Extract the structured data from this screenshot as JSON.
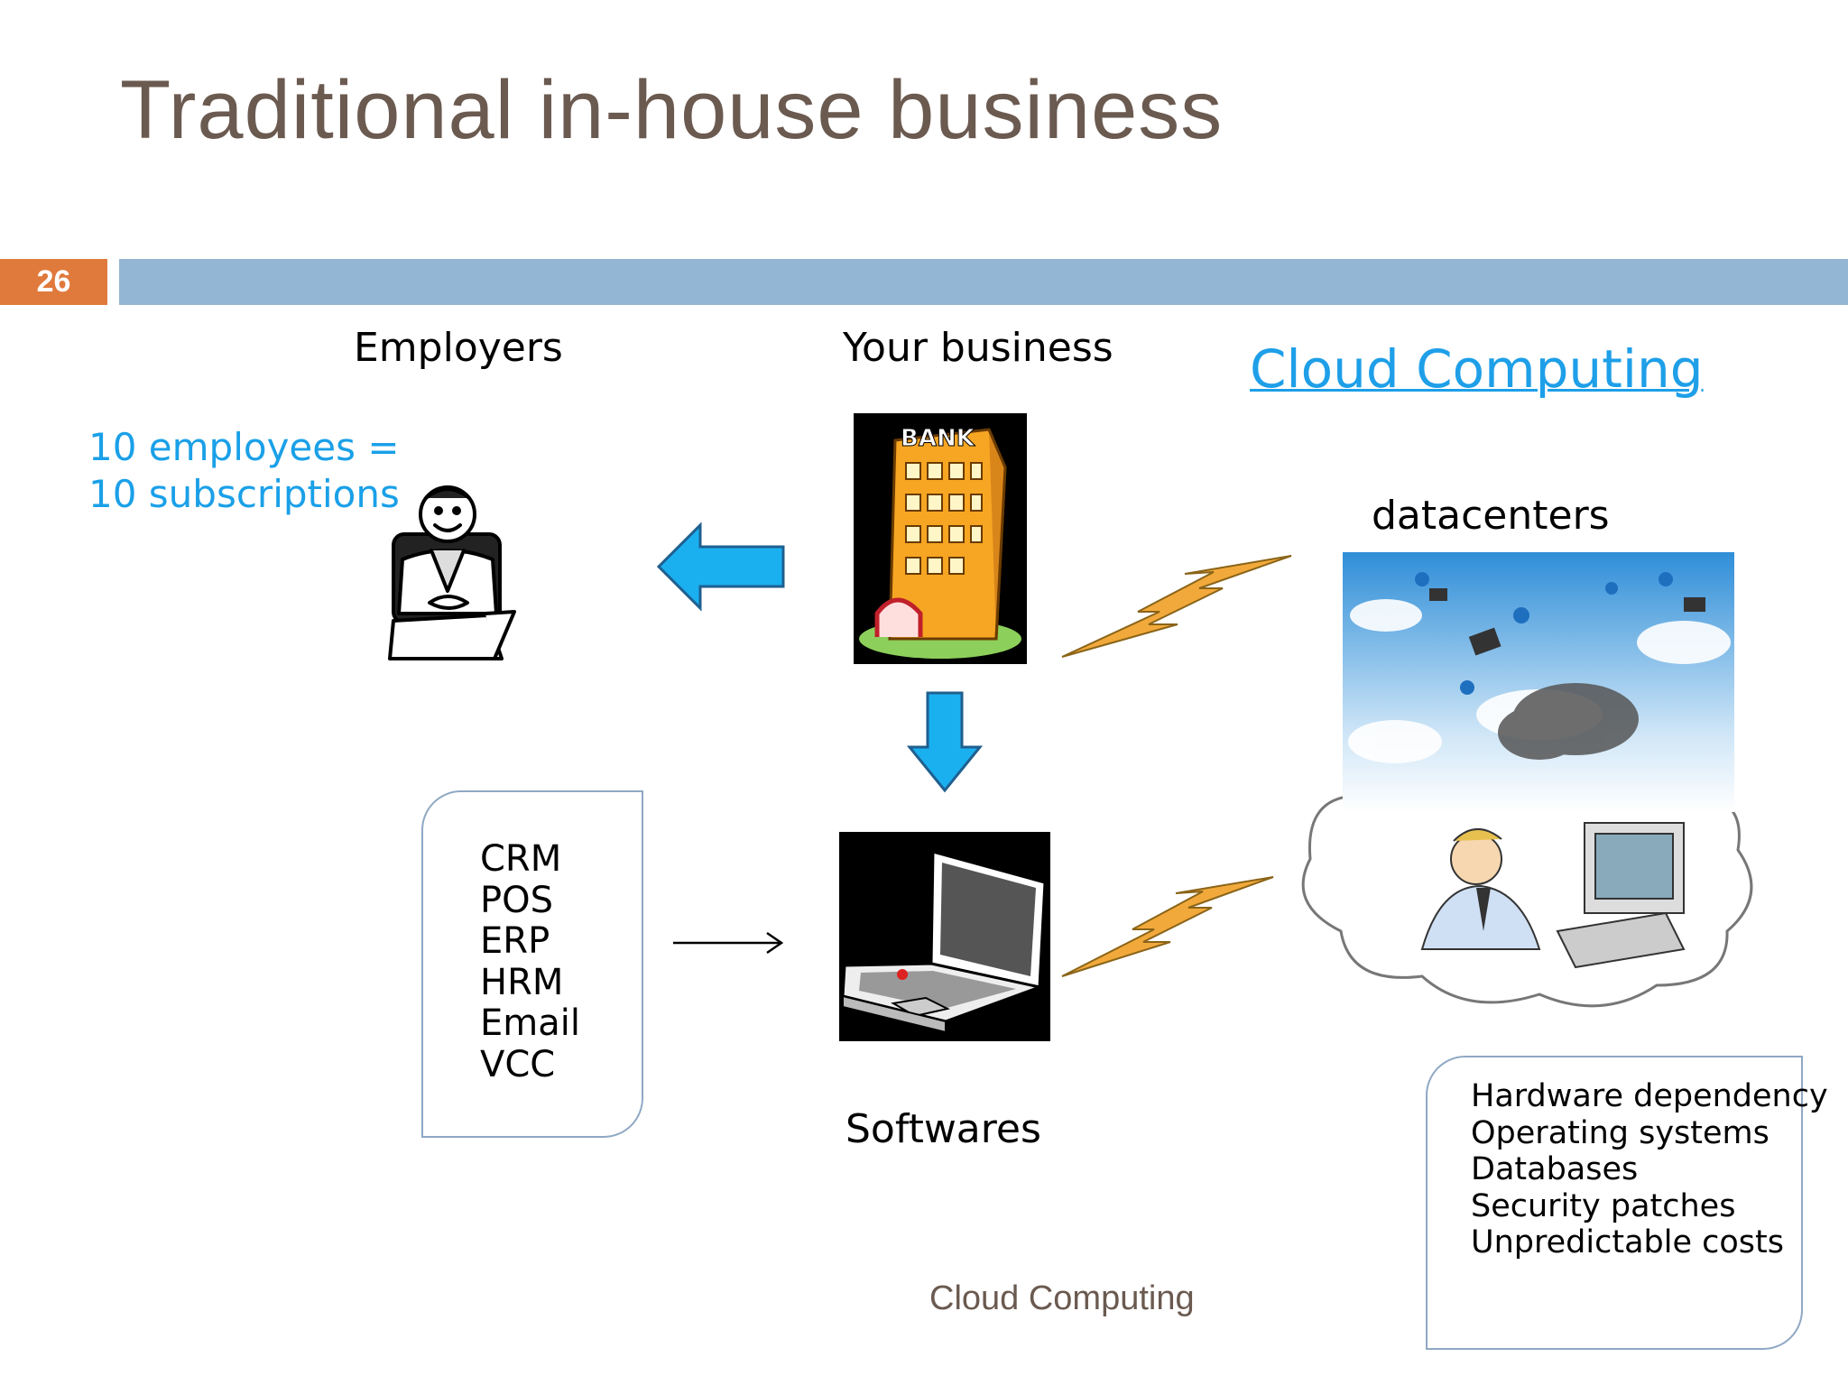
{
  "slide": {
    "title": "Traditional in-house business",
    "number": "26",
    "footer": "Cloud Computing"
  },
  "labels": {
    "employers": "Employers",
    "your_business": "Your business",
    "cloud_computing": "Cloud Computing",
    "datacenters": "datacenters",
    "employees_line1": "10 employees =",
    "employees_line2": "10 subscriptions",
    "softwares": "Softwares"
  },
  "software_list": [
    "CRM",
    "POS",
    "ERP",
    "HRM",
    "Email",
    "VCC"
  ],
  "issues_list": [
    "Hardware dependency",
    "Operating systems",
    "Databases",
    "Security patches",
    "Unpredictable costs"
  ],
  "icons": {
    "building": "bank-building-icon",
    "laptop": "laptop-icon",
    "employer": "businessman-at-desk-icon",
    "cloud": "cloud-datacenter-icon",
    "bolt": "lightning-bolt-icon",
    "arrow": "blue-arrow-icon"
  },
  "building_sign": "BANK",
  "colors": {
    "title": "#6b5a50",
    "accent_bar": "#93b6d4",
    "number_box": "#e07a3c",
    "arrow": "#1ab0f0",
    "link": "#1e9fe8",
    "bolt": "#f2a93b"
  }
}
